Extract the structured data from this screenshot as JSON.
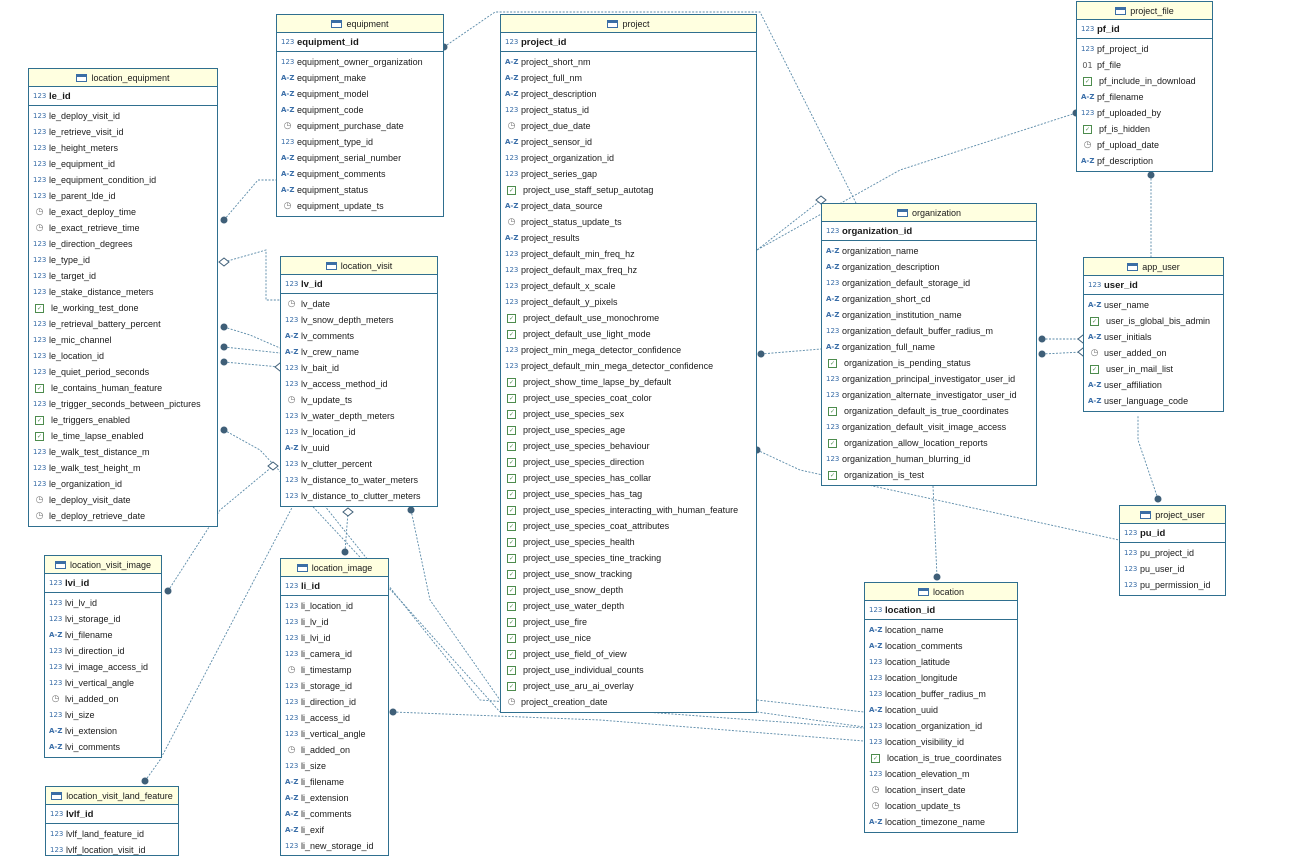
{
  "colors": {
    "border": "#2f6f8f",
    "header": "#ffffe0",
    "link": "#5a8aa8",
    "endpoint": "#3f5f78"
  },
  "type_icons": {
    "num": "123",
    "text": "A-Z",
    "date": "clock",
    "bool": "check",
    "bin": "binary"
  },
  "entities": [
    {
      "id": "equipment",
      "title": "equipment",
      "pk": "equipment_id",
      "columns": [
        {
          "name": "equipment_owner_organization",
          "type": "num"
        },
        {
          "name": "equipment_make",
          "type": "text"
        },
        {
          "name": "equipment_model",
          "type": "text"
        },
        {
          "name": "equipment_code",
          "type": "text"
        },
        {
          "name": "equipment_purchase_date",
          "type": "date"
        },
        {
          "name": "equipment_type_id",
          "type": "num"
        },
        {
          "name": "equipment_serial_number",
          "type": "text"
        },
        {
          "name": "equipment_comments",
          "type": "text"
        },
        {
          "name": "equipment_status",
          "type": "text"
        },
        {
          "name": "equipment_update_ts",
          "type": "date"
        }
      ]
    },
    {
      "id": "location_equipment",
      "title": "location_equipment",
      "pk": "le_id",
      "columns": [
        {
          "name": "le_deploy_visit_id",
          "type": "num"
        },
        {
          "name": "le_retrieve_visit_id",
          "type": "num"
        },
        {
          "name": "le_height_meters",
          "type": "num"
        },
        {
          "name": "le_equipment_id",
          "type": "num"
        },
        {
          "name": "le_equipment_condition_id",
          "type": "num"
        },
        {
          "name": "le_parent_lde_id",
          "type": "num"
        },
        {
          "name": "le_exact_deploy_time",
          "type": "date"
        },
        {
          "name": "le_exact_retrieve_time",
          "type": "date"
        },
        {
          "name": "le_direction_degrees",
          "type": "num"
        },
        {
          "name": "le_type_id",
          "type": "num"
        },
        {
          "name": "le_target_id",
          "type": "num"
        },
        {
          "name": "le_stake_distance_meters",
          "type": "num"
        },
        {
          "name": "le_working_test_done",
          "type": "bool"
        },
        {
          "name": "le_retrieval_battery_percent",
          "type": "num"
        },
        {
          "name": "le_mic_channel",
          "type": "num"
        },
        {
          "name": "le_location_id",
          "type": "num"
        },
        {
          "name": "le_quiet_period_seconds",
          "type": "num"
        },
        {
          "name": "le_contains_human_feature",
          "type": "bool"
        },
        {
          "name": "le_trigger_seconds_between_pictures",
          "type": "num"
        },
        {
          "name": "le_triggers_enabled",
          "type": "bool"
        },
        {
          "name": "le_time_lapse_enabled",
          "type": "bool"
        },
        {
          "name": "le_walk_test_distance_m",
          "type": "num"
        },
        {
          "name": "le_walk_test_height_m",
          "type": "num"
        },
        {
          "name": "le_organization_id",
          "type": "num"
        },
        {
          "name": "le_deploy_visit_date",
          "type": "date"
        },
        {
          "name": "le_deploy_retrieve_date",
          "type": "date"
        }
      ]
    },
    {
      "id": "location_visit",
      "title": "location_visit",
      "pk": "lv_id",
      "columns": [
        {
          "name": "lv_date",
          "type": "date"
        },
        {
          "name": "lv_snow_depth_meters",
          "type": "num"
        },
        {
          "name": "lv_comments",
          "type": "text"
        },
        {
          "name": "lv_crew_name",
          "type": "text"
        },
        {
          "name": "lv_bait_id",
          "type": "num"
        },
        {
          "name": "lv_access_method_id",
          "type": "num"
        },
        {
          "name": "lv_update_ts",
          "type": "date"
        },
        {
          "name": "lv_water_depth_meters",
          "type": "num"
        },
        {
          "name": "lv_location_id",
          "type": "num"
        },
        {
          "name": "lv_uuid",
          "type": "text"
        },
        {
          "name": "lv_clutter_percent",
          "type": "num"
        },
        {
          "name": "lv_distance_to_water_meters",
          "type": "num"
        },
        {
          "name": "lv_distance_to_clutter_meters",
          "type": "num"
        }
      ]
    },
    {
      "id": "project",
      "title": "project",
      "pk": "project_id",
      "columns": [
        {
          "name": "project_short_nm",
          "type": "text"
        },
        {
          "name": "project_full_nm",
          "type": "text"
        },
        {
          "name": "project_description",
          "type": "text"
        },
        {
          "name": "project_status_id",
          "type": "num"
        },
        {
          "name": "project_due_date",
          "type": "date"
        },
        {
          "name": "project_sensor_id",
          "type": "text"
        },
        {
          "name": "project_organization_id",
          "type": "num"
        },
        {
          "name": "project_series_gap",
          "type": "num"
        },
        {
          "name": "project_use_staff_setup_autotag",
          "type": "bool"
        },
        {
          "name": "project_data_source",
          "type": "text"
        },
        {
          "name": "project_status_update_ts",
          "type": "date"
        },
        {
          "name": "project_results",
          "type": "text"
        },
        {
          "name": "project_default_min_freq_hz",
          "type": "num"
        },
        {
          "name": "project_default_max_freq_hz",
          "type": "num"
        },
        {
          "name": "project_default_x_scale",
          "type": "num"
        },
        {
          "name": "project_default_y_pixels",
          "type": "num"
        },
        {
          "name": "project_default_use_monochrome",
          "type": "bool"
        },
        {
          "name": "project_default_use_light_mode",
          "type": "bool"
        },
        {
          "name": "project_min_mega_detector_confidence",
          "type": "num"
        },
        {
          "name": "project_default_min_mega_detector_confidence",
          "type": "num"
        },
        {
          "name": "project_show_time_lapse_by_default",
          "type": "bool"
        },
        {
          "name": "project_use_species_coat_color",
          "type": "bool"
        },
        {
          "name": "project_use_species_sex",
          "type": "bool"
        },
        {
          "name": "project_use_species_age",
          "type": "bool"
        },
        {
          "name": "project_use_species_behaviour",
          "type": "bool"
        },
        {
          "name": "project_use_species_direction",
          "type": "bool"
        },
        {
          "name": "project_use_species_has_collar",
          "type": "bool"
        },
        {
          "name": "project_use_species_has_tag",
          "type": "bool"
        },
        {
          "name": "project_use_species_interacting_with_human_feature",
          "type": "bool"
        },
        {
          "name": "project_use_species_coat_attributes",
          "type": "bool"
        },
        {
          "name": "project_use_species_health",
          "type": "bool"
        },
        {
          "name": "project_use_species_tine_tracking",
          "type": "bool"
        },
        {
          "name": "project_use_snow_tracking",
          "type": "bool"
        },
        {
          "name": "project_use_snow_depth",
          "type": "bool"
        },
        {
          "name": "project_use_water_depth",
          "type": "bool"
        },
        {
          "name": "project_use_fire",
          "type": "bool"
        },
        {
          "name": "project_use_nice",
          "type": "bool"
        },
        {
          "name": "project_use_field_of_view",
          "type": "bool"
        },
        {
          "name": "project_use_individual_counts",
          "type": "bool"
        },
        {
          "name": "project_use_aru_ai_overlay",
          "type": "bool"
        },
        {
          "name": "project_creation_date",
          "type": "date"
        }
      ]
    },
    {
      "id": "organization",
      "title": "organization",
      "pk": "organization_id",
      "columns": [
        {
          "name": "organization_name",
          "type": "text"
        },
        {
          "name": "organization_description",
          "type": "text"
        },
        {
          "name": "organization_default_storage_id",
          "type": "num"
        },
        {
          "name": "organization_short_cd",
          "type": "text"
        },
        {
          "name": "organization_institution_name",
          "type": "text"
        },
        {
          "name": "organization_default_buffer_radius_m",
          "type": "num"
        },
        {
          "name": "organization_full_name",
          "type": "text"
        },
        {
          "name": "organization_is_pending_status",
          "type": "bool"
        },
        {
          "name": "organization_principal_investigator_user_id",
          "type": "num"
        },
        {
          "name": "organization_alternate_investigator_user_id",
          "type": "num"
        },
        {
          "name": "organization_default_is_true_coordinates",
          "type": "bool"
        },
        {
          "name": "organization_default_visit_image_access",
          "type": "num"
        },
        {
          "name": "organization_allow_location_reports",
          "type": "bool"
        },
        {
          "name": "organization_human_blurring_id",
          "type": "num"
        },
        {
          "name": "organization_is_test",
          "type": "bool"
        }
      ]
    },
    {
      "id": "project_file",
      "title": "project_file",
      "pk": "pf_id",
      "columns": [
        {
          "name": "pf_project_id",
          "type": "num"
        },
        {
          "name": "pf_file",
          "type": "bin"
        },
        {
          "name": "pf_include_in_download",
          "type": "bool"
        },
        {
          "name": "pf_filename",
          "type": "text"
        },
        {
          "name": "pf_uploaded_by",
          "type": "num"
        },
        {
          "name": "pf_is_hidden",
          "type": "bool"
        },
        {
          "name": "pf_upload_date",
          "type": "date"
        },
        {
          "name": "pf_description",
          "type": "text"
        }
      ]
    },
    {
      "id": "app_user",
      "title": "app_user",
      "pk": "user_id",
      "columns": [
        {
          "name": "user_name",
          "type": "text"
        },
        {
          "name": "user_is_global_bis_admin",
          "type": "bool"
        },
        {
          "name": "user_initials",
          "type": "text"
        },
        {
          "name": "user_added_on",
          "type": "date"
        },
        {
          "name": "user_in_mail_list",
          "type": "bool"
        },
        {
          "name": "user_affiliation",
          "type": "text"
        },
        {
          "name": "user_language_code",
          "type": "text"
        }
      ]
    },
    {
      "id": "project_user",
      "title": "project_user",
      "pk": "pu_id",
      "columns": [
        {
          "name": "pu_project_id",
          "type": "num"
        },
        {
          "name": "pu_user_id",
          "type": "num"
        },
        {
          "name": "pu_permission_id",
          "type": "num"
        }
      ]
    },
    {
      "id": "location",
      "title": "location",
      "pk": "location_id",
      "columns": [
        {
          "name": "location_name",
          "type": "text"
        },
        {
          "name": "location_comments",
          "type": "text"
        },
        {
          "name": "location_latitude",
          "type": "num"
        },
        {
          "name": "location_longitude",
          "type": "num"
        },
        {
          "name": "location_buffer_radius_m",
          "type": "num"
        },
        {
          "name": "location_uuid",
          "type": "text"
        },
        {
          "name": "location_organization_id",
          "type": "num"
        },
        {
          "name": "location_visibility_id",
          "type": "num"
        },
        {
          "name": "location_is_true_coordinates",
          "type": "bool"
        },
        {
          "name": "location_elevation_m",
          "type": "num"
        },
        {
          "name": "location_insert_date",
          "type": "date"
        },
        {
          "name": "location_update_ts",
          "type": "date"
        },
        {
          "name": "location_timezone_name",
          "type": "text"
        }
      ]
    },
    {
      "id": "location_visit_image",
      "title": "location_visit_image",
      "pk": "lvi_id",
      "columns": [
        {
          "name": "lvi_lv_id",
          "type": "num"
        },
        {
          "name": "lvi_storage_id",
          "type": "num"
        },
        {
          "name": "lvi_filename",
          "type": "text"
        },
        {
          "name": "lvi_direction_id",
          "type": "num"
        },
        {
          "name": "lvi_image_access_id",
          "type": "num"
        },
        {
          "name": "lvi_vertical_angle",
          "type": "num"
        },
        {
          "name": "lvi_added_on",
          "type": "date"
        },
        {
          "name": "lvi_size",
          "type": "num"
        },
        {
          "name": "lvi_extension",
          "type": "text"
        },
        {
          "name": "lvi_comments",
          "type": "text"
        }
      ]
    },
    {
      "id": "location_image",
      "title": "location_image",
      "pk": "li_id",
      "columns": [
        {
          "name": "li_location_id",
          "type": "num"
        },
        {
          "name": "li_lv_id",
          "type": "num"
        },
        {
          "name": "li_lvi_id",
          "type": "num"
        },
        {
          "name": "li_camera_id",
          "type": "num"
        },
        {
          "name": "li_timestamp",
          "type": "date"
        },
        {
          "name": "li_storage_id",
          "type": "num"
        },
        {
          "name": "li_direction_id",
          "type": "num"
        },
        {
          "name": "li_access_id",
          "type": "num"
        },
        {
          "name": "li_vertical_angle",
          "type": "num"
        },
        {
          "name": "li_added_on",
          "type": "date"
        },
        {
          "name": "li_size",
          "type": "num"
        },
        {
          "name": "li_filename",
          "type": "text"
        },
        {
          "name": "li_extension",
          "type": "text"
        },
        {
          "name": "li_comments",
          "type": "text"
        },
        {
          "name": "li_exif",
          "type": "text"
        },
        {
          "name": "li_new_storage_id",
          "type": "num"
        }
      ]
    },
    {
      "id": "location_visit_land_feature",
      "title": "location_visit_land_feature",
      "pk": "lvlf_id",
      "columns": [
        {
          "name": "lvlf_land_feature_id",
          "type": "num"
        },
        {
          "name": "lvlf_location_visit_id",
          "type": "num"
        }
      ]
    }
  ]
}
